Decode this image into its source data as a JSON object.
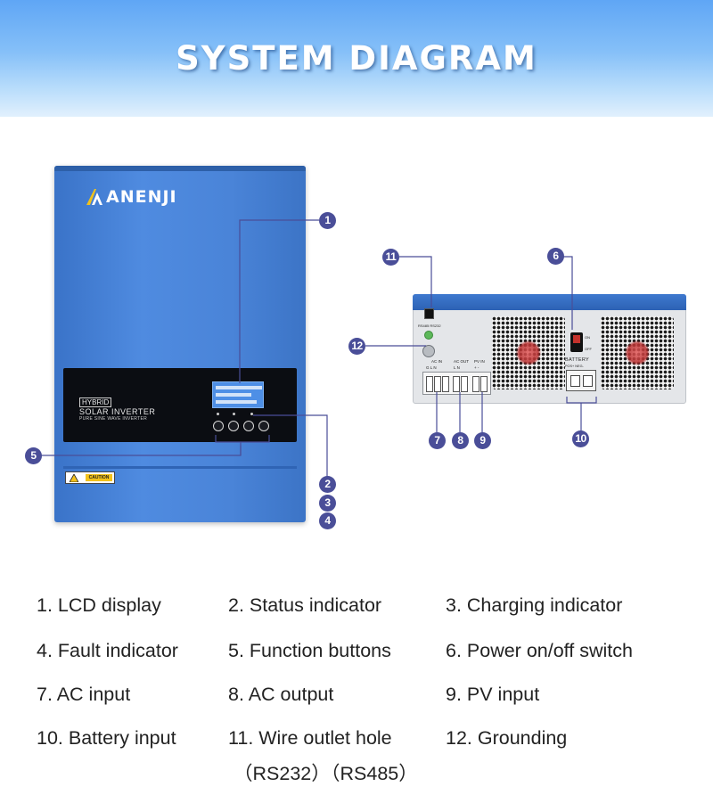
{
  "header": {
    "title": "SYSTEM DIAGRAM"
  },
  "device": {
    "brand": "ANENJI",
    "front_labels": {
      "hybrid": "HYBRID",
      "solar_inverter": "SOLAR INVERTER",
      "pure_sine": "PURE SINE WAVE INVERTER",
      "caution": "CAUTION"
    },
    "bottom_labels": {
      "rs_ports": "RS485 RS232",
      "ac_in": "AC IN",
      "ac_out": "AC OUT",
      "pv_in": "PV IN",
      "terminal_ac_in": "G L N",
      "terminal_ac_out": "L N",
      "terminal_pv_in": "+ -",
      "switch_on": "ON",
      "switch_off": "OFF",
      "battery": "BATTERY",
      "battery_polarity": "POS+  NEG-"
    }
  },
  "callouts": [
    "1",
    "2",
    "3",
    "4",
    "5",
    "6",
    "7",
    "8",
    "9",
    "10",
    "11",
    "12"
  ],
  "legend": [
    "1. LCD display",
    "2. Status indicator",
    "3. Charging indicator",
    "4. Fault indicator",
    "5. Function buttons",
    "6. Power on/off switch",
    "7. AC input",
    "8. AC output",
    "9. PV input",
    "10. Battery input",
    "11. Wire outlet hole",
    "12. Grounding",
    "（RS232）（RS485）"
  ],
  "colors": {
    "callout": "#4a4e98",
    "inverter_blue": "#4a84d8",
    "banner_top": "#5fa6f5"
  }
}
